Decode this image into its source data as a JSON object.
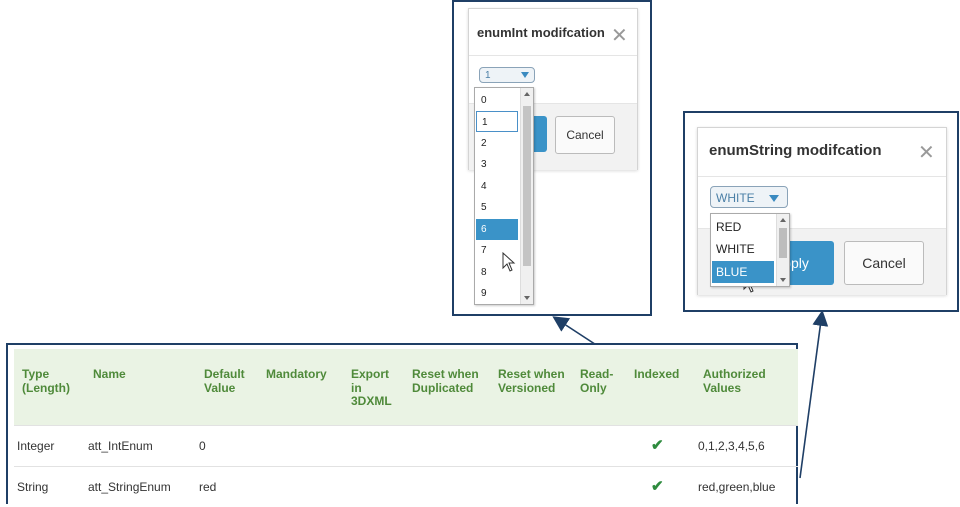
{
  "table": {
    "headers": {
      "type": "Type (Length)",
      "name": "Name",
      "default_value": "Default Value",
      "mandatory": "Mandatory",
      "export": "Export in 3DXML",
      "reset_duplicated": "Reset when Duplicated",
      "reset_versioned": "Reset when Versioned",
      "read_only": "Read-Only",
      "indexed": "Indexed",
      "authorized_values": "Authorized Values"
    },
    "rows": [
      {
        "type": "Integer",
        "name": "att_IntEnum",
        "default_value": "0",
        "indexed": "✔",
        "authorized_values": "0,1,2,3,4,5,6"
      },
      {
        "type": "String",
        "name": "att_StringEnum",
        "default_value": "red",
        "indexed": "✔",
        "authorized_values": "red,green,blue"
      }
    ]
  },
  "dialog_int": {
    "title": "enumInt modifcation",
    "close": "✕",
    "selected": "1",
    "options": [
      "0",
      "1",
      "2",
      "3",
      "4",
      "5",
      "6",
      "7",
      "8",
      "9"
    ],
    "focused_option": "1",
    "highlighted_option": "6",
    "cancel_label": "Cancel"
  },
  "dialog_string": {
    "title": "enumString modifcation",
    "close": "✕",
    "selected": "WHITE",
    "options": [
      "RED",
      "WHITE",
      "BLUE"
    ],
    "highlighted_option": "BLUE",
    "apply_label": "pply",
    "cancel_label": "Cancel"
  },
  "colors": {
    "header_bg": "#eaf3e4",
    "header_text": "#4f8a3a",
    "accent": "#3a93c8",
    "callout_border": "#1f3f66",
    "check": "#2e8b3e"
  }
}
